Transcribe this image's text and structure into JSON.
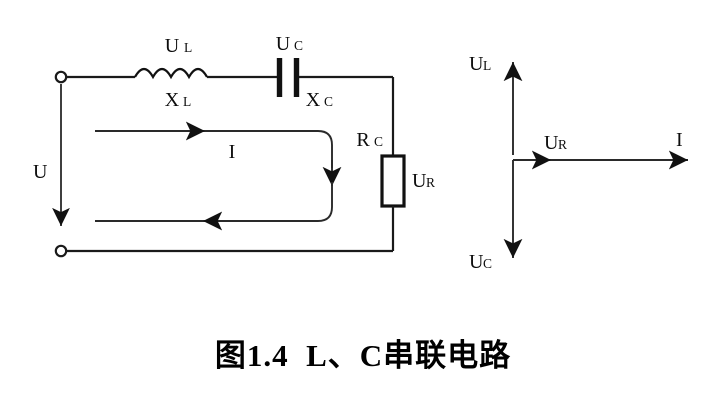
{
  "figure": {
    "caption": "图1.4  L、C串联电路",
    "background_color": "#ffffff",
    "ink_color": "#111111"
  },
  "circuit": {
    "title": "L C series circuit schematic",
    "source_label": {
      "base": "U",
      "sub": ""
    },
    "inductor": {
      "voltage_label_base": "U",
      "voltage_label_sub": "L",
      "reactance_label_base": "X",
      "reactance_label_sub": "L",
      "turns": 4
    },
    "capacitor": {
      "voltage_label_base": "U",
      "voltage_label_sub": "C",
      "reactance_label_base": "X",
      "reactance_label_sub": "C",
      "plates": 2
    },
    "resistor": {
      "name_label_base": "R",
      "name_label_sub": "C",
      "voltage_label_base": "U",
      "voltage_label_sub": "R"
    },
    "current_loop": {
      "label": "I"
    },
    "terminals": {
      "top_label": "",
      "bottom_label": ""
    }
  },
  "phasor": {
    "title": "Phasor diagram",
    "vectors": [
      {
        "name": "U_L",
        "base": "U",
        "sub": "L",
        "direction": "up",
        "magnitude": 110
      },
      {
        "name": "U_C",
        "base": "U",
        "sub": "C",
        "direction": "down",
        "magnitude": 105
      },
      {
        "name": "U_R",
        "base": "U",
        "sub": "R",
        "direction": "right",
        "magnitude": 32
      },
      {
        "name": "I",
        "base": "I",
        "sub": "",
        "direction": "right",
        "magnitude": 185
      }
    ]
  }
}
